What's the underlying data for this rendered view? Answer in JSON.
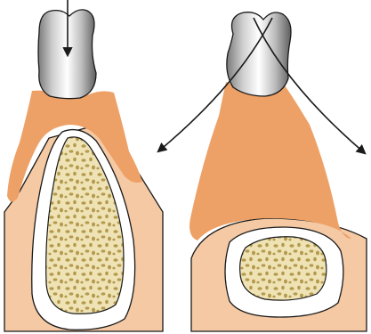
{
  "colors": {
    "background": "#ffffff",
    "outline": "#1a1a1a",
    "gingiva": "#eda167",
    "alveolar_base": "#f4c9a4",
    "cortical_layer": "#ffffff",
    "cancellous_bone": "#efe3b6",
    "trabecular_spots": "#a88f43",
    "tooth_light": "#ffffff",
    "tooth_dark": "#6e6e6e"
  },
  "panels": [
    {
      "id": "left",
      "force_direction": "axial",
      "arrows": 1
    },
    {
      "id": "right",
      "force_direction": "oblique",
      "arrows": 2
    }
  ]
}
